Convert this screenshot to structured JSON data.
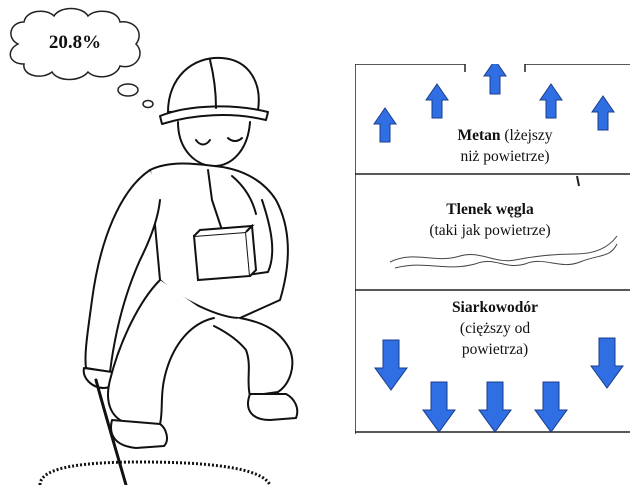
{
  "thought_bubble": {
    "reading": "20.8%"
  },
  "zones": {
    "top": {
      "gas_name": "Metan",
      "note_line1": "(lżejszy",
      "note_line2": "niż powietrze)",
      "arrow_direction": "up"
    },
    "middle": {
      "gas_name": "Tlenek węgla",
      "note": "(taki jak powietrze)"
    },
    "bottom": {
      "gas_name": "Siarkowodór",
      "note_line1": "(cięższy od",
      "note_line2": "powietrza)",
      "arrow_direction": "down"
    }
  },
  "colors": {
    "arrow_fill": "#2f6fe3",
    "arrow_stroke": "#1a3d8c",
    "line": "#222222"
  },
  "icons": [
    "thought-bubble-icon",
    "worker-illustration",
    "up-arrow-icon",
    "down-arrow-icon",
    "gas-detector-icon"
  ]
}
